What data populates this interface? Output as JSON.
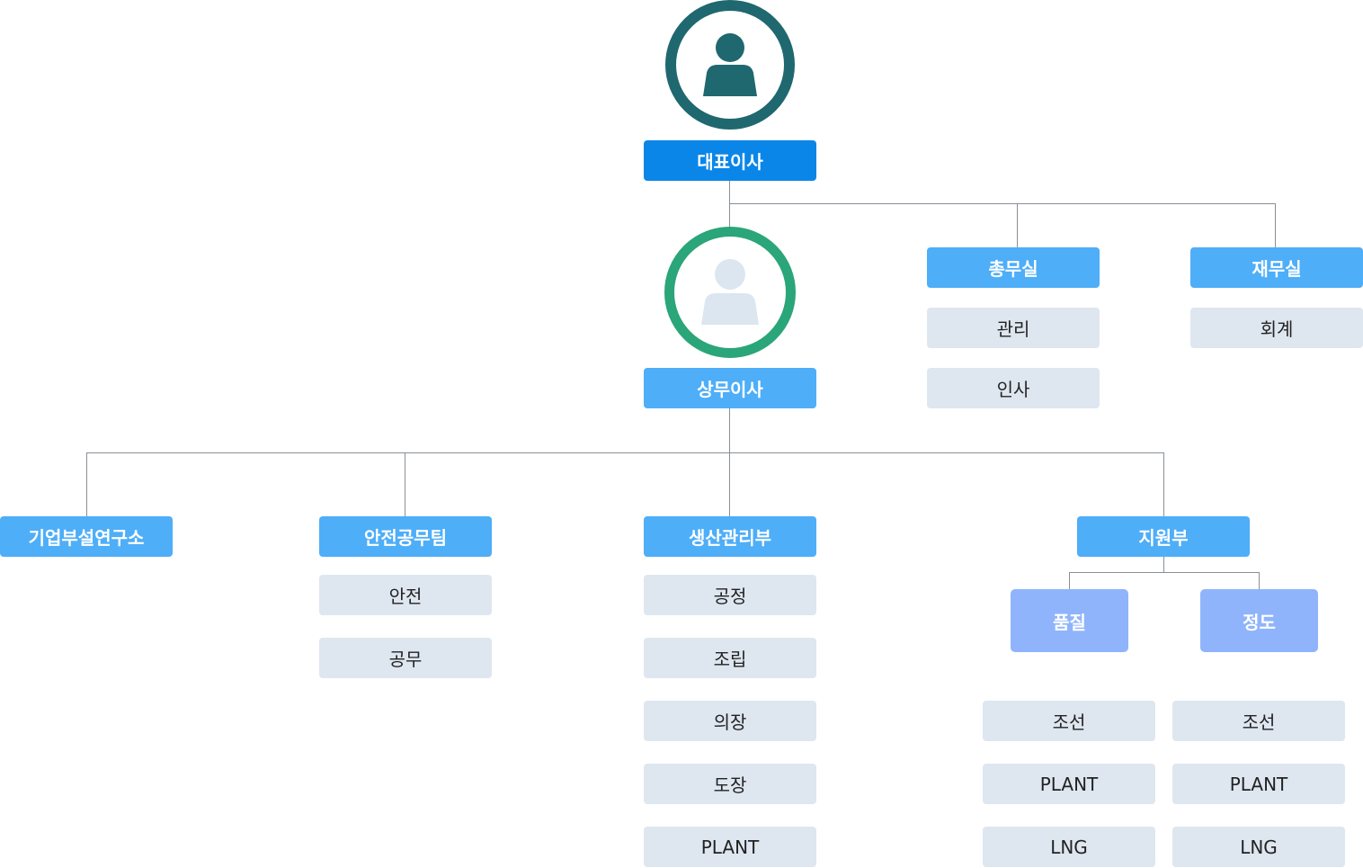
{
  "ceo": {
    "label": "대표이사",
    "ring_color": "#1f6870",
    "figure_color": "#1f6870"
  },
  "director": {
    "label": "상무이사",
    "ring_color": "#2ba57a",
    "figure_color": "#dbe6f0"
  },
  "general_affairs": {
    "label": "총무실",
    "items": [
      "관리",
      "인사"
    ]
  },
  "finance": {
    "label": "재무실",
    "items": [
      "회계"
    ]
  },
  "research": {
    "label": "기업부설연구소"
  },
  "safety": {
    "label": "안전공무팀",
    "items": [
      "안전",
      "공무"
    ]
  },
  "production": {
    "label": "생산관리부",
    "items": [
      "공정",
      "조립",
      "의장",
      "도장",
      "PLANT"
    ]
  },
  "support": {
    "label": "지원부",
    "quality": {
      "label": "품질",
      "items": [
        "조선",
        "PLANT",
        "LNG"
      ]
    },
    "accuracy": {
      "label": "정도",
      "items": [
        "조선",
        "PLANT",
        "LNG"
      ]
    }
  },
  "colors": {
    "main": "#0a86e8",
    "dept": "#4eaef8",
    "team": "#8fb4fb",
    "sub": "#dee7f0",
    "connector": "#8a8f96"
  }
}
